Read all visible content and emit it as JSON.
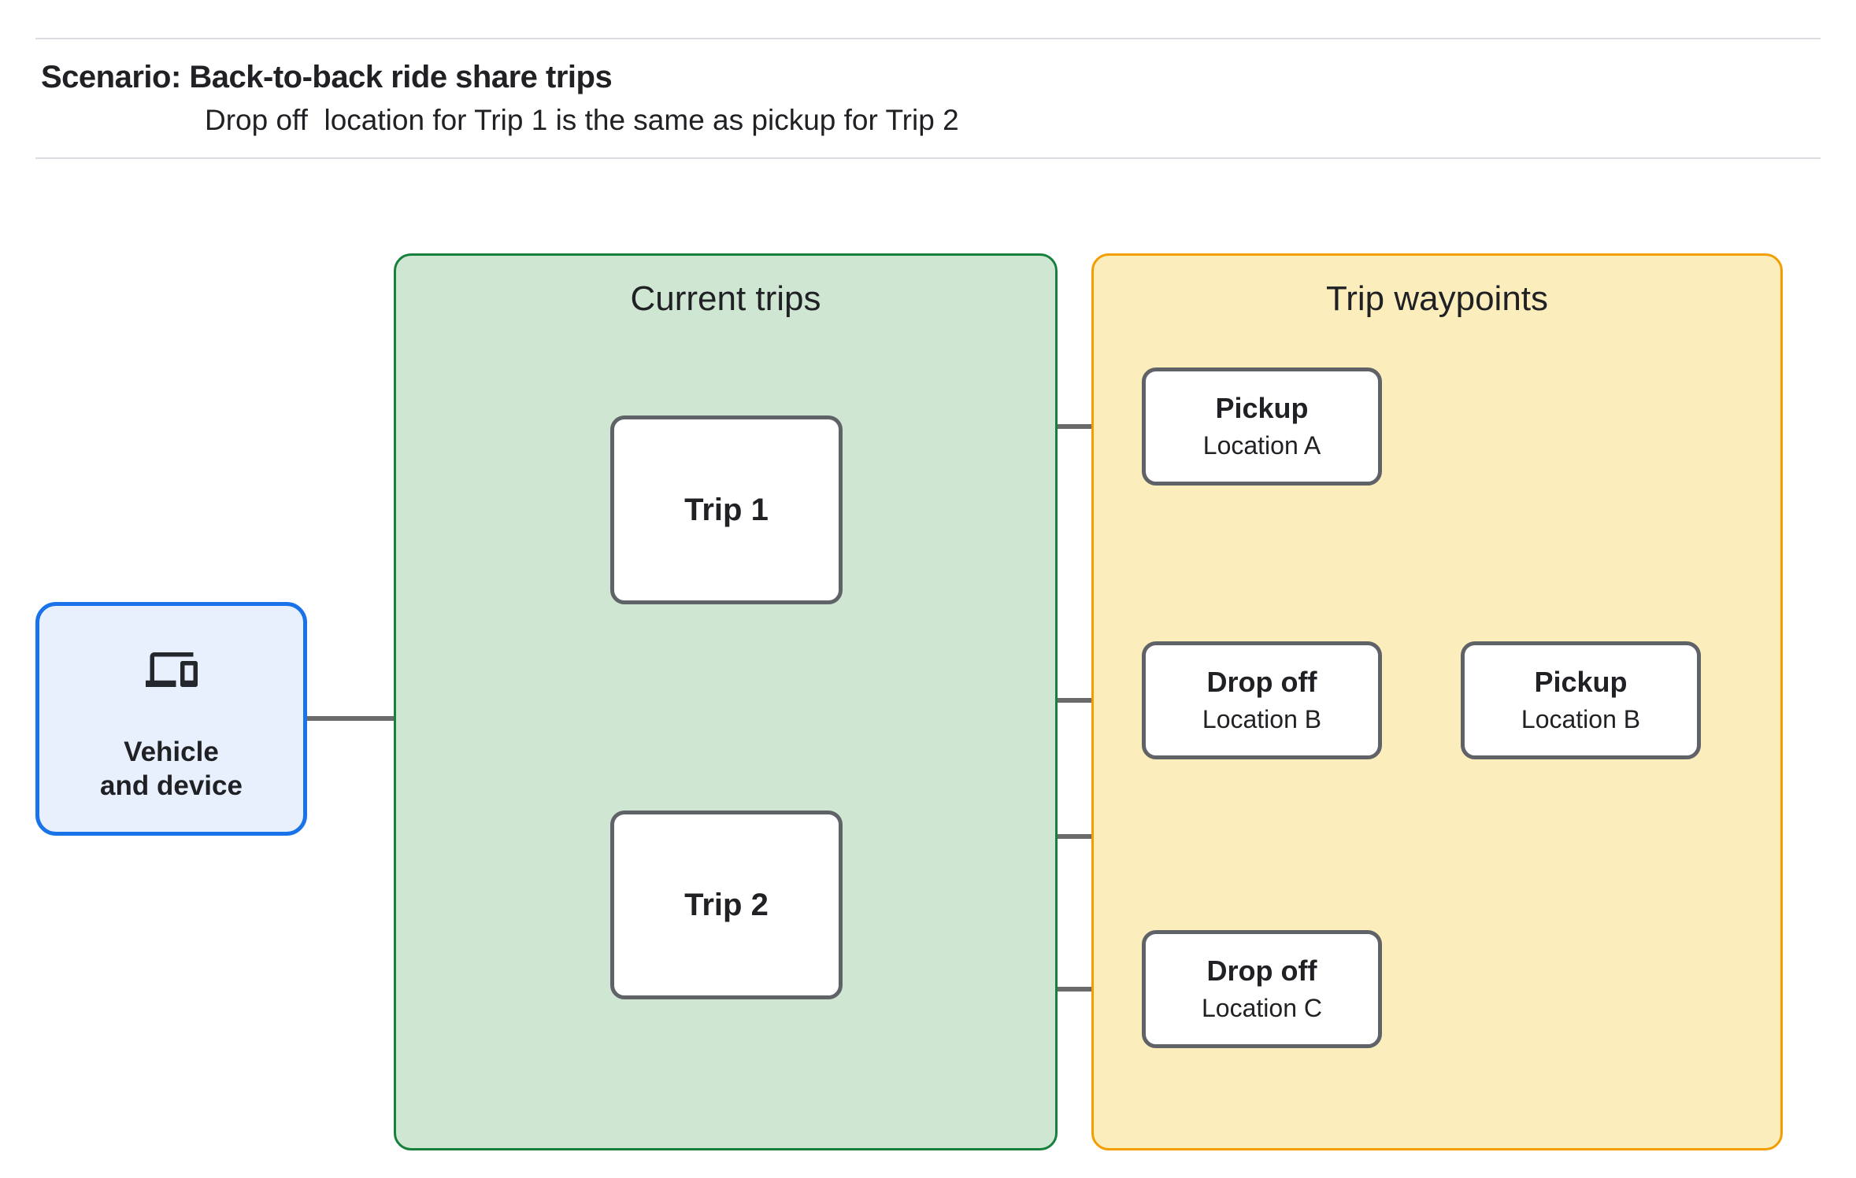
{
  "header": {
    "title": "Scenario: Back-to-back ride share trips",
    "subtitle": "Drop off  location for Trip 1 is the same as pickup for Trip 2"
  },
  "vehicle": {
    "icon": "devices-icon",
    "label": "Vehicle\nand device"
  },
  "groups": {
    "current_trips": {
      "title": "Current trips",
      "fill": "#cfe6d3",
      "border": "#17803c",
      "trips": [
        {
          "label": "Trip 1"
        },
        {
          "label": "Trip 2"
        }
      ]
    },
    "trip_waypoints": {
      "title": "Trip waypoints",
      "fill": "#fceebc",
      "border": "#f29d00",
      "waypoints": [
        {
          "type": "Pickup",
          "location": "Location A"
        },
        {
          "type": "Drop off",
          "location": "Location B"
        },
        {
          "type": "Pickup",
          "location": "Location B"
        },
        {
          "type": "Drop off",
          "location": "Location C"
        }
      ]
    }
  },
  "colors": {
    "vehicle_fill": "#e8f0fe",
    "vehicle_border": "#1a73e8",
    "node_border": "#5f6368",
    "connector": "#6a6a6a",
    "divider": "#dadce0",
    "text": "#202124"
  }
}
